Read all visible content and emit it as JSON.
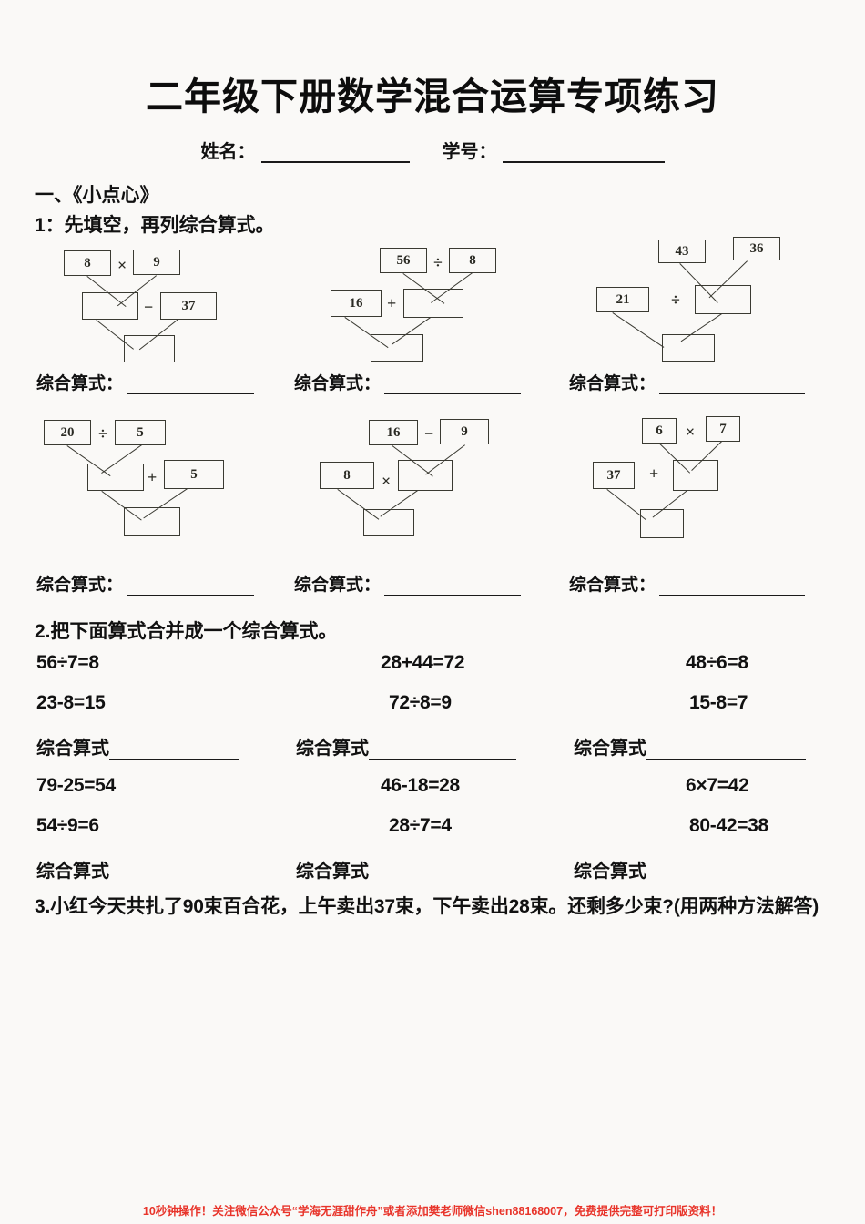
{
  "document": {
    "title": "二年级下册数学混合运算专项练习",
    "background_color": "#faf9f7",
    "text_color": "#111111",
    "footer_color": "#e8342a"
  },
  "header": {
    "name_label": "姓名：",
    "id_label": "学号："
  },
  "section1": {
    "heading": "一、《小点心》",
    "question1_title": "1：先填空，再列综合算式。",
    "combined_label": "综合算式：",
    "diagrams": [
      {
        "id": "diagram-1",
        "top_left": "8",
        "top_op": "×",
        "top_right": "9",
        "mid_left": "",
        "mid_op": "−",
        "mid_right": "37",
        "result": "",
        "layout": "mid-left-blank"
      },
      {
        "id": "diagram-2",
        "top_left": "56",
        "top_op": "÷",
        "top_right": "8",
        "mid_left": "16",
        "mid_op": "+",
        "mid_right": "",
        "result": "",
        "layout": "mid-right-blank"
      },
      {
        "id": "diagram-3",
        "top_left": "43",
        "top_op": "",
        "top_right": "36",
        "mid_left": "21",
        "mid_op": "÷",
        "mid_right": "",
        "result": "",
        "layout": "mid-right-blank"
      },
      {
        "id": "diagram-4",
        "top_left": "20",
        "top_op": "÷",
        "top_right": "5",
        "mid_left": "",
        "mid_op": "+",
        "mid_right": "5",
        "result": "",
        "layout": "mid-left-blank"
      },
      {
        "id": "diagram-5",
        "top_left": "16",
        "top_op": "−",
        "top_right": "9",
        "mid_left": "8",
        "mid_op": "×",
        "mid_right": "",
        "result": "",
        "layout": "mid-right-blank"
      },
      {
        "id": "diagram-6",
        "top_left": "6",
        "top_op": "×",
        "top_right": "7",
        "mid_left": "37",
        "mid_op": "+",
        "mid_right": "",
        "result": "",
        "layout": "mid-right-blank"
      }
    ]
  },
  "section2": {
    "question2_title": "2.把下面算式合并成一个综合算式。",
    "combined_label": "综合算式",
    "groups": [
      {
        "line1": [
          "56÷7=8",
          "28+44=72",
          "48÷6=8"
        ],
        "line2": [
          "23-8=15",
          "72÷8=9",
          "15-8=7"
        ]
      },
      {
        "line1": [
          "79-25=54",
          "46-18=28",
          "6×7=42"
        ],
        "line2": [
          "54÷9=6",
          "28÷7=4",
          "80-42=38"
        ]
      }
    ]
  },
  "section3": {
    "question3_text": "3.小红今天共扎了90束百合花，上午卖出37束，下午卖出28束。还剩多少束?(用两种方法解答)"
  },
  "footer": {
    "text": "10秒钟操作！关注微信公众号“学海无涯甜作舟”或者添加樊老师微信shen88168007，免费提供完整可打印版资料！"
  }
}
